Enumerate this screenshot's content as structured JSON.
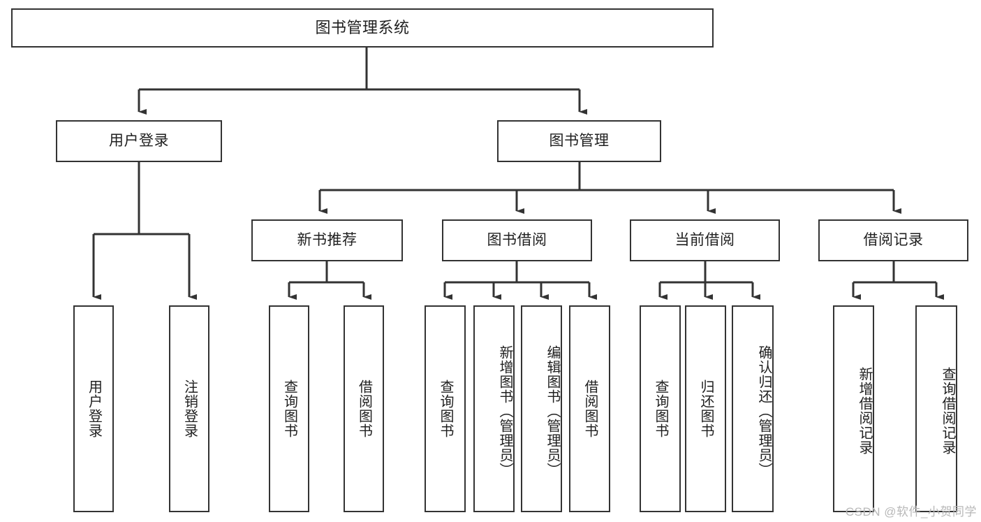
{
  "diagram": {
    "type": "tree-hierarchy-chart",
    "title": "图书管理系统",
    "watermark": "CSDN @软件_小贺同学",
    "style": {
      "background": "#ffffff",
      "box_border": "#333333",
      "box_fill": "#ffffff",
      "line_color": "#333333",
      "text_color": "#1f1f1f"
    },
    "root": {
      "label": "图书管理系统"
    },
    "level2": [
      {
        "id": "user-login",
        "label": "用户登录"
      },
      {
        "id": "book-management",
        "label": "图书管理"
      }
    ],
    "level3": [
      {
        "id": "new-book-recommend",
        "label": "新书推荐",
        "parent": "book-management"
      },
      {
        "id": "book-borrow",
        "label": "图书借阅",
        "parent": "book-management"
      },
      {
        "id": "current-borrow",
        "label": "当前借阅",
        "parent": "book-management"
      },
      {
        "id": "borrow-record",
        "label": "借阅记录",
        "parent": "book-management"
      }
    ],
    "leaves": {
      "user-login": [
        {
          "id": "leaf-user-login",
          "label": "用户登录"
        },
        {
          "id": "leaf-user-logout",
          "label": "注销登录"
        }
      ],
      "new-book-recommend": [
        {
          "id": "leaf-query-book-1",
          "label": "查询图书"
        },
        {
          "id": "leaf-borrow-book-1",
          "label": "借阅图书"
        }
      ],
      "book-borrow": [
        {
          "id": "leaf-query-book-2",
          "label": "查询图书"
        },
        {
          "id": "leaf-add-book",
          "label": "新增图书（管理员）"
        },
        {
          "id": "leaf-edit-book",
          "label": "编辑图书（管理员）"
        },
        {
          "id": "leaf-borrow-book-2",
          "label": "借阅图书"
        }
      ],
      "current-borrow": [
        {
          "id": "leaf-query-book-3",
          "label": "查询图书"
        },
        {
          "id": "leaf-return-book",
          "label": "归还图书"
        },
        {
          "id": "leaf-confirm-return",
          "label": "确认归还（管理员）"
        }
      ],
      "borrow-record": [
        {
          "id": "leaf-add-record",
          "label": "新增借阅记录"
        },
        {
          "id": "leaf-query-record",
          "label": "查询借阅记录"
        }
      ]
    }
  }
}
